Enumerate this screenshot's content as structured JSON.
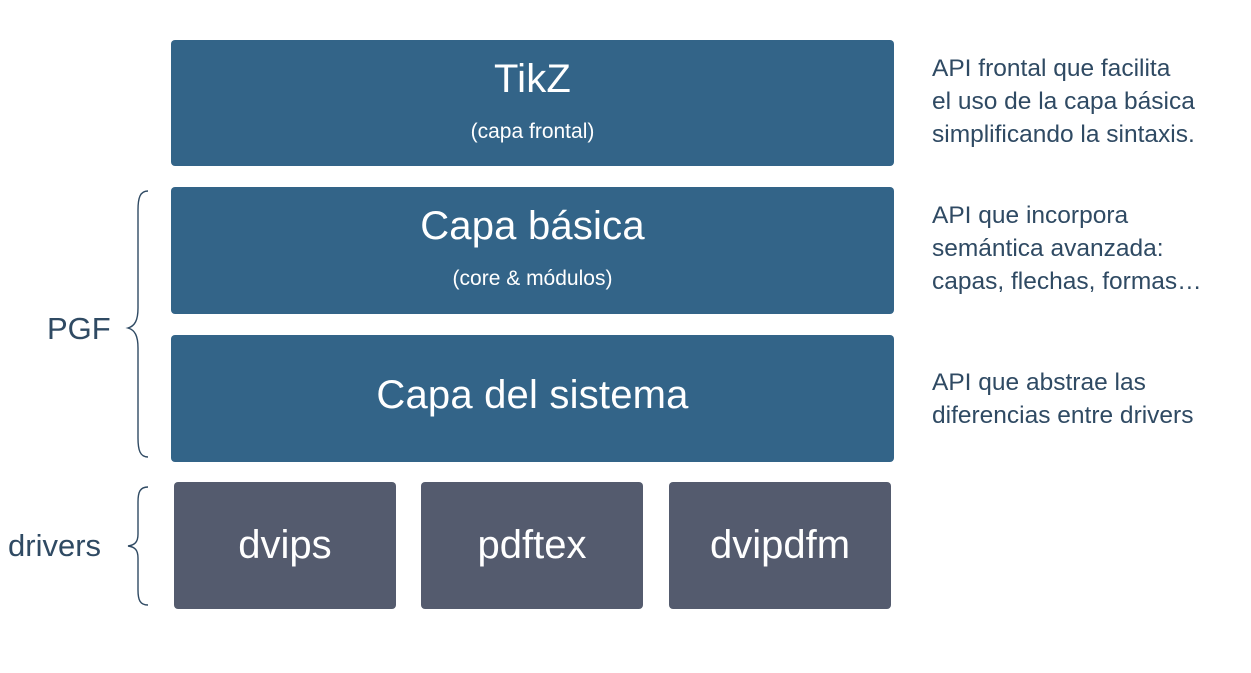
{
  "layers": [
    {
      "title": "TikZ",
      "subtitle": "(capa frontal)"
    },
    {
      "title": "Capa básica",
      "subtitle": "(core & módulos)"
    },
    {
      "title": "Capa del sistema"
    }
  ],
  "drivers": [
    "dvips",
    "pdftex",
    "dvipdfm"
  ],
  "descriptions": {
    "tikz": [
      "API frontal que facilita",
      "el uso de la capa básica",
      "simplificando la sintaxis."
    ],
    "basica": [
      "API que incorpora",
      "semántica avanzada:",
      "capas, flechas, formas…"
    ],
    "sistema": [
      "API que abstrae las",
      "diferencias entre drivers"
    ]
  },
  "groups": {
    "pgf": "PGF",
    "drivers": "drivers"
  },
  "colors": {
    "layer_fill": "#336488",
    "driver_fill": "#545b6e",
    "text_dark": "#2f4a63"
  }
}
